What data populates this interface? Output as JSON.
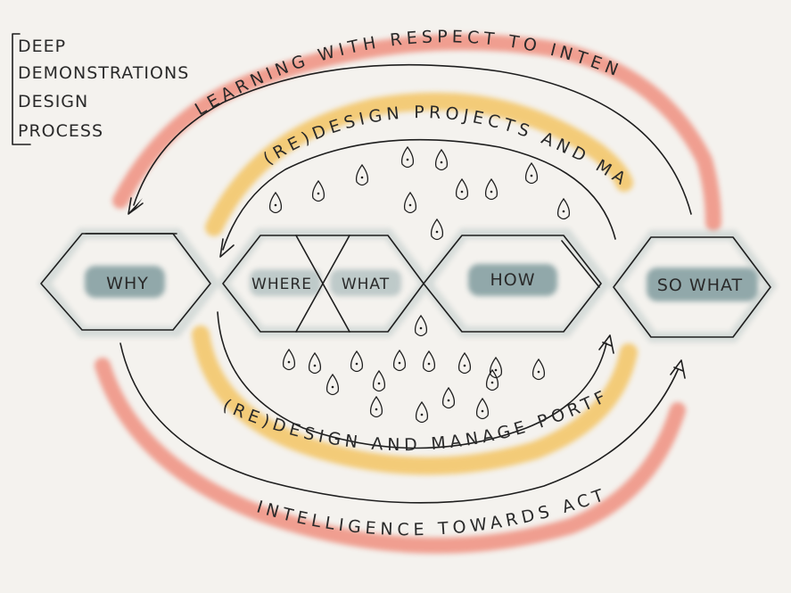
{
  "title": {
    "lines": [
      "DEEP",
      "DEMONSTRATIONS",
      "DESIGN",
      "PROCESS"
    ]
  },
  "stages": {
    "why": "WHY",
    "where": "WHERE",
    "what": "WHAT",
    "how": "HOW",
    "so_what": "SO WHAT"
  },
  "arcs": {
    "top_outer": "LEARNING WITH RESPECT TO INTENT...",
    "top_inner": "(RE)DESIGN PROJECTS AND MANAGE",
    "bottom_inner": "(RE)DESIGN AND MANAGE PORTFOLIO",
    "bottom_outer": "INTELLIGENCE TOWARDS ACTION.."
  },
  "colors": {
    "outer_arc": "#ef8f7f",
    "inner_arc": "#f3c15a",
    "hex_label_wash": "#6f8f93",
    "ink": "#1e1e1e",
    "background": "#f4f2ee"
  },
  "icons": [
    "arrow-head-icon",
    "drop-icon"
  ]
}
